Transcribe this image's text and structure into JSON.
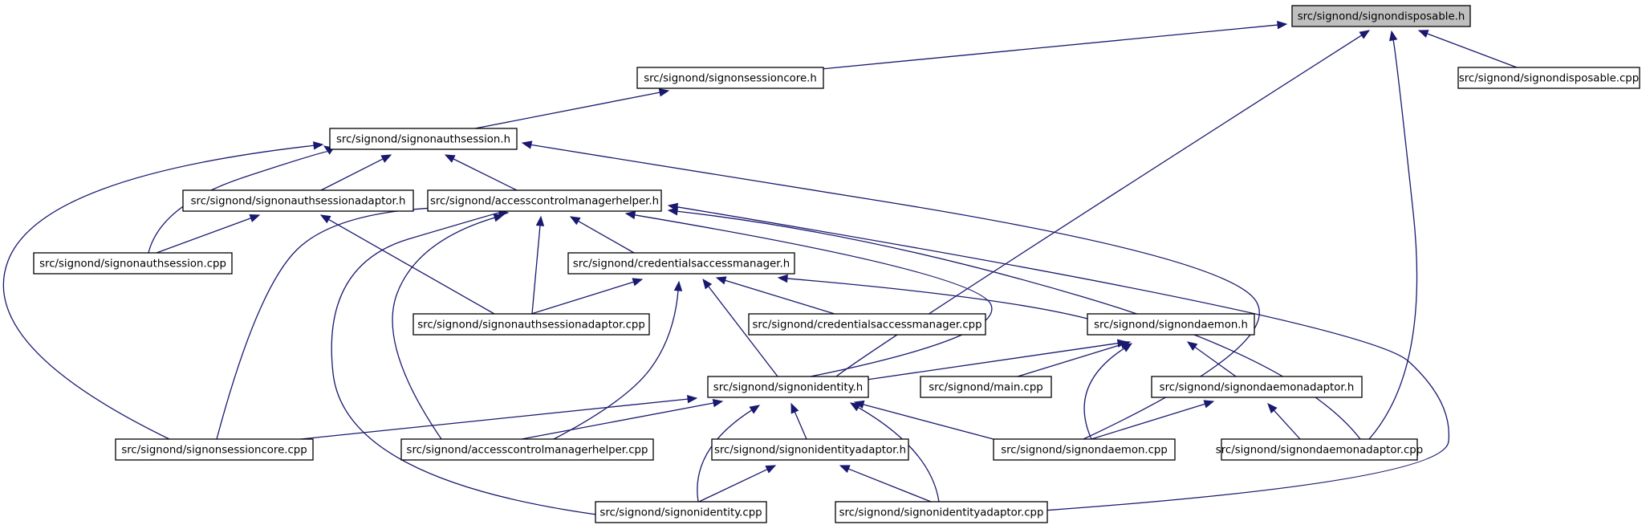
{
  "graph": {
    "nodes": [
      {
        "id": "n0",
        "label": "src/signond/signondisposable.h",
        "root": true
      },
      {
        "id": "n1",
        "label": "src/signond/signonsessioncore.h"
      },
      {
        "id": "n2",
        "label": "src/signond/signondisposable.cpp"
      },
      {
        "id": "n3",
        "label": "src/signond/signonauthsession.h"
      },
      {
        "id": "n4",
        "label": "src/signond/signonauthsessionadaptor.h"
      },
      {
        "id": "n5",
        "label": "src/signond/accesscontrolmanagerhelper.h"
      },
      {
        "id": "n6",
        "label": "src/signond/signonauthsession.cpp"
      },
      {
        "id": "n7",
        "label": "src/signond/credentialsaccessmanager.h"
      },
      {
        "id": "n8",
        "label": "src/signond/signonauthsessionadaptor.cpp"
      },
      {
        "id": "n9",
        "label": "src/signond/credentialsaccessmanager.cpp"
      },
      {
        "id": "n10",
        "label": "src/signond/signondaemon.h"
      },
      {
        "id": "n11",
        "label": "src/signond/signonidentity.h"
      },
      {
        "id": "n12",
        "label": "src/signond/main.cpp"
      },
      {
        "id": "n13",
        "label": "src/signond/signondaemonadaptor.h"
      },
      {
        "id": "n14",
        "label": "src/signond/signonsessioncore.cpp"
      },
      {
        "id": "n15",
        "label": "src/signond/accesscontrolmanagerhelper.cpp"
      },
      {
        "id": "n16",
        "label": "src/signond/signonidentityadaptor.h"
      },
      {
        "id": "n17",
        "label": "src/signond/signondaemon.cpp"
      },
      {
        "id": "n18",
        "label": "src/signond/signondaemonadaptor.cpp"
      },
      {
        "id": "n19",
        "label": "src/signond/signonidentity.cpp"
      },
      {
        "id": "n20",
        "label": "src/signond/signonidentityadaptor.cpp"
      }
    ],
    "edges": [
      {
        "from": "n1",
        "to": "n0"
      },
      {
        "from": "n2",
        "to": "n0"
      },
      {
        "from": "n11",
        "to": "n0"
      },
      {
        "from": "n18",
        "to": "n0"
      },
      {
        "from": "n3",
        "to": "n1"
      },
      {
        "from": "n4",
        "to": "n3"
      },
      {
        "from": "n5",
        "to": "n3"
      },
      {
        "from": "n6",
        "to": "n3"
      },
      {
        "from": "n14",
        "to": "n3"
      },
      {
        "from": "n17",
        "to": "n3"
      },
      {
        "from": "n6",
        "to": "n4"
      },
      {
        "from": "n8",
        "to": "n4"
      },
      {
        "from": "n7",
        "to": "n5"
      },
      {
        "from": "n8",
        "to": "n5"
      },
      {
        "from": "n14",
        "to": "n5"
      },
      {
        "from": "n15",
        "to": "n5"
      },
      {
        "from": "n19",
        "to": "n5"
      },
      {
        "from": "n11",
        "to": "n5"
      },
      {
        "from": "n18",
        "to": "n5"
      },
      {
        "from": "n20",
        "to": "n5"
      },
      {
        "from": "n8",
        "to": "n7"
      },
      {
        "from": "n9",
        "to": "n7"
      },
      {
        "from": "n10",
        "to": "n7"
      },
      {
        "from": "n11",
        "to": "n7"
      },
      {
        "from": "n15",
        "to": "n7"
      },
      {
        "from": "n11",
        "to": "n10"
      },
      {
        "from": "n12",
        "to": "n10"
      },
      {
        "from": "n13",
        "to": "n10"
      },
      {
        "from": "n17",
        "to": "n10"
      },
      {
        "from": "n14",
        "to": "n11"
      },
      {
        "from": "n15",
        "to": "n11"
      },
      {
        "from": "n16",
        "to": "n11"
      },
      {
        "from": "n17",
        "to": "n11"
      },
      {
        "from": "n19",
        "to": "n11"
      },
      {
        "from": "n20",
        "to": "n11"
      },
      {
        "from": "n17",
        "to": "n13"
      },
      {
        "from": "n18",
        "to": "n13"
      },
      {
        "from": "n19",
        "to": "n16"
      },
      {
        "from": "n20",
        "to": "n16"
      }
    ]
  }
}
